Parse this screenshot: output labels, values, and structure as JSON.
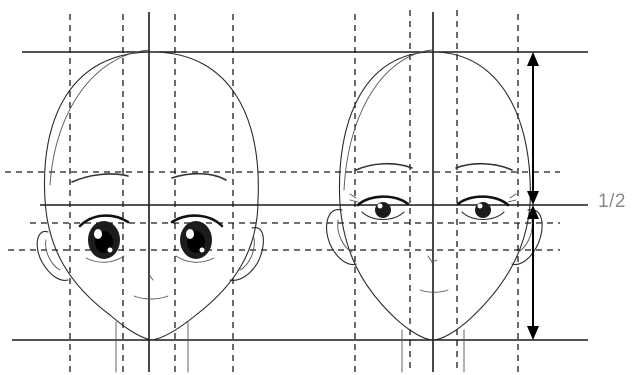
{
  "figure": {
    "ratio_label": "1/2",
    "ink_color": "#1a1a1a",
    "label_color": "#8a8a8a",
    "heads": [
      {
        "style": "stylized",
        "eyes": "large"
      },
      {
        "style": "realistic",
        "eyes": "small"
      }
    ]
  }
}
